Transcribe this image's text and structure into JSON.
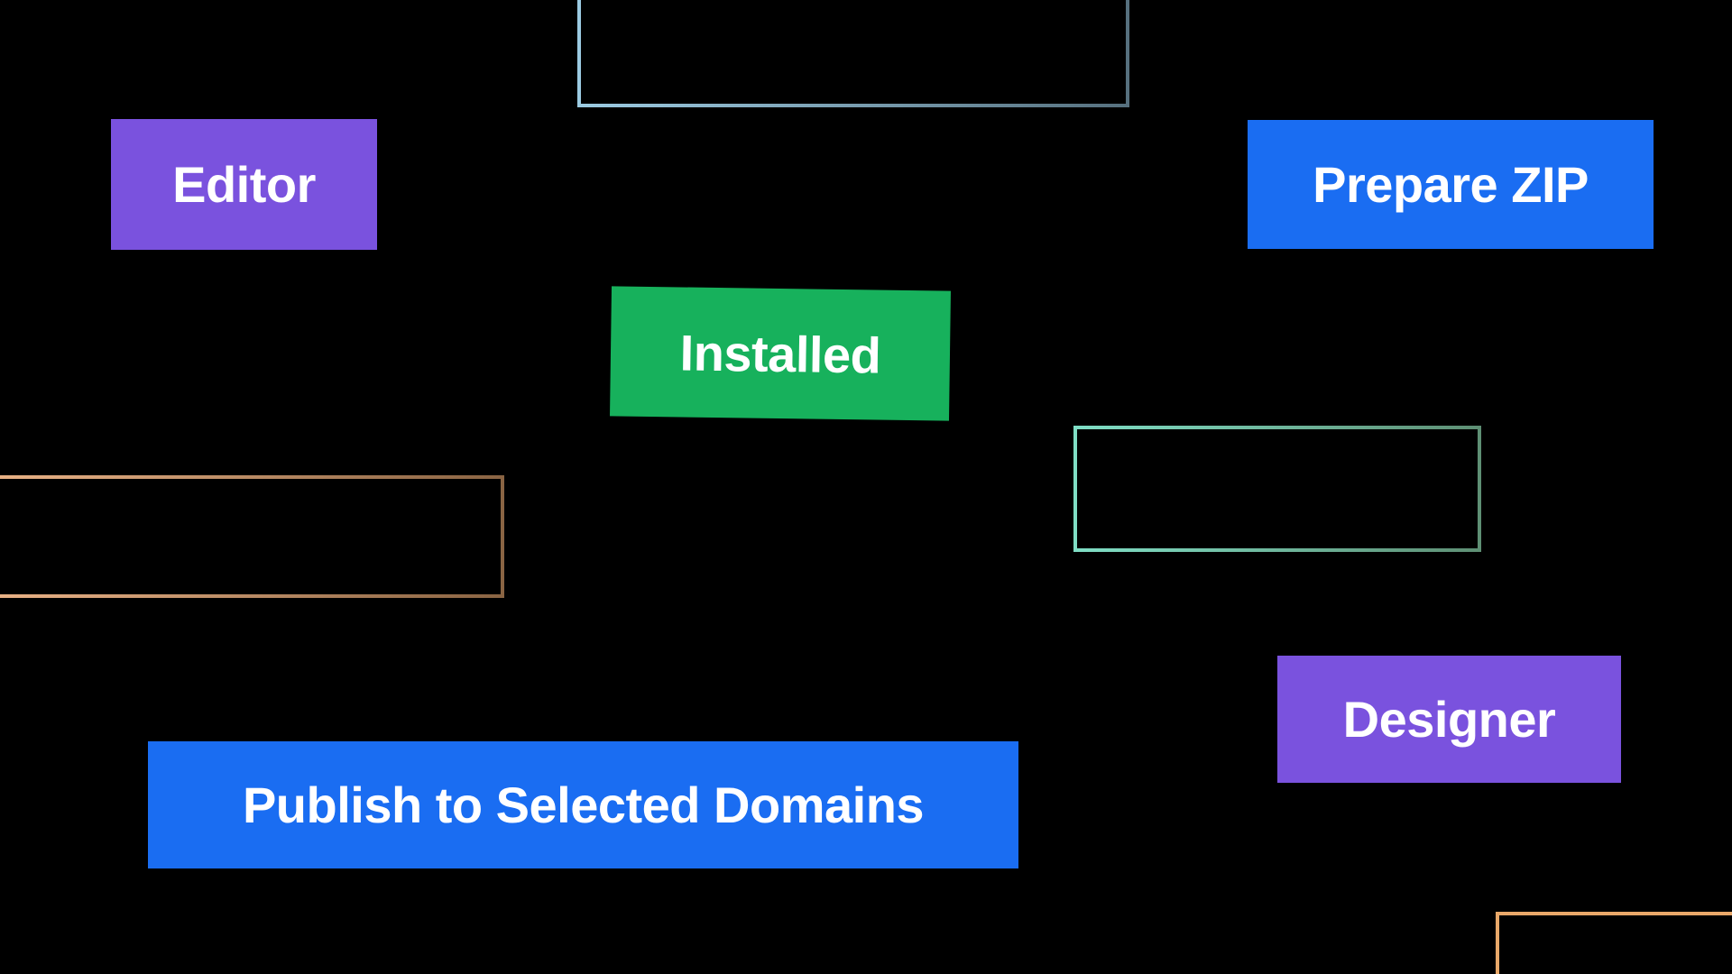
{
  "canvas": {
    "background": "#000000"
  },
  "buttons": {
    "editor": {
      "label": "Editor",
      "bg": "#7A52DE",
      "text_color": "#FFFFFF"
    },
    "prepare_zip": {
      "label": "Prepare ZIP",
      "bg": "#1A6DF2",
      "text_color": "#FFFFFF"
    },
    "installed": {
      "label": "Installed",
      "bg": "#17B15C",
      "text_color": "#FFFFFF"
    },
    "designer": {
      "label": "Designer",
      "bg": "#7A52DE",
      "text_color": "#FFFFFF"
    },
    "publish": {
      "label": "Publish to Selected Domains",
      "bg": "#1A6DF2",
      "text_color": "#FFFFFF"
    }
  },
  "frames": {
    "top": {
      "border_from": "#9CCBE2",
      "border_to": "#56707E"
    },
    "left": {
      "border_from": "#ECB488",
      "border_to": "#8A6443"
    },
    "right": {
      "border_from": "#7FDEC5",
      "border_to": "#5E8F74"
    },
    "bottom_right": {
      "border_from": "#E9A869",
      "border_to": "#E9A869"
    }
  }
}
